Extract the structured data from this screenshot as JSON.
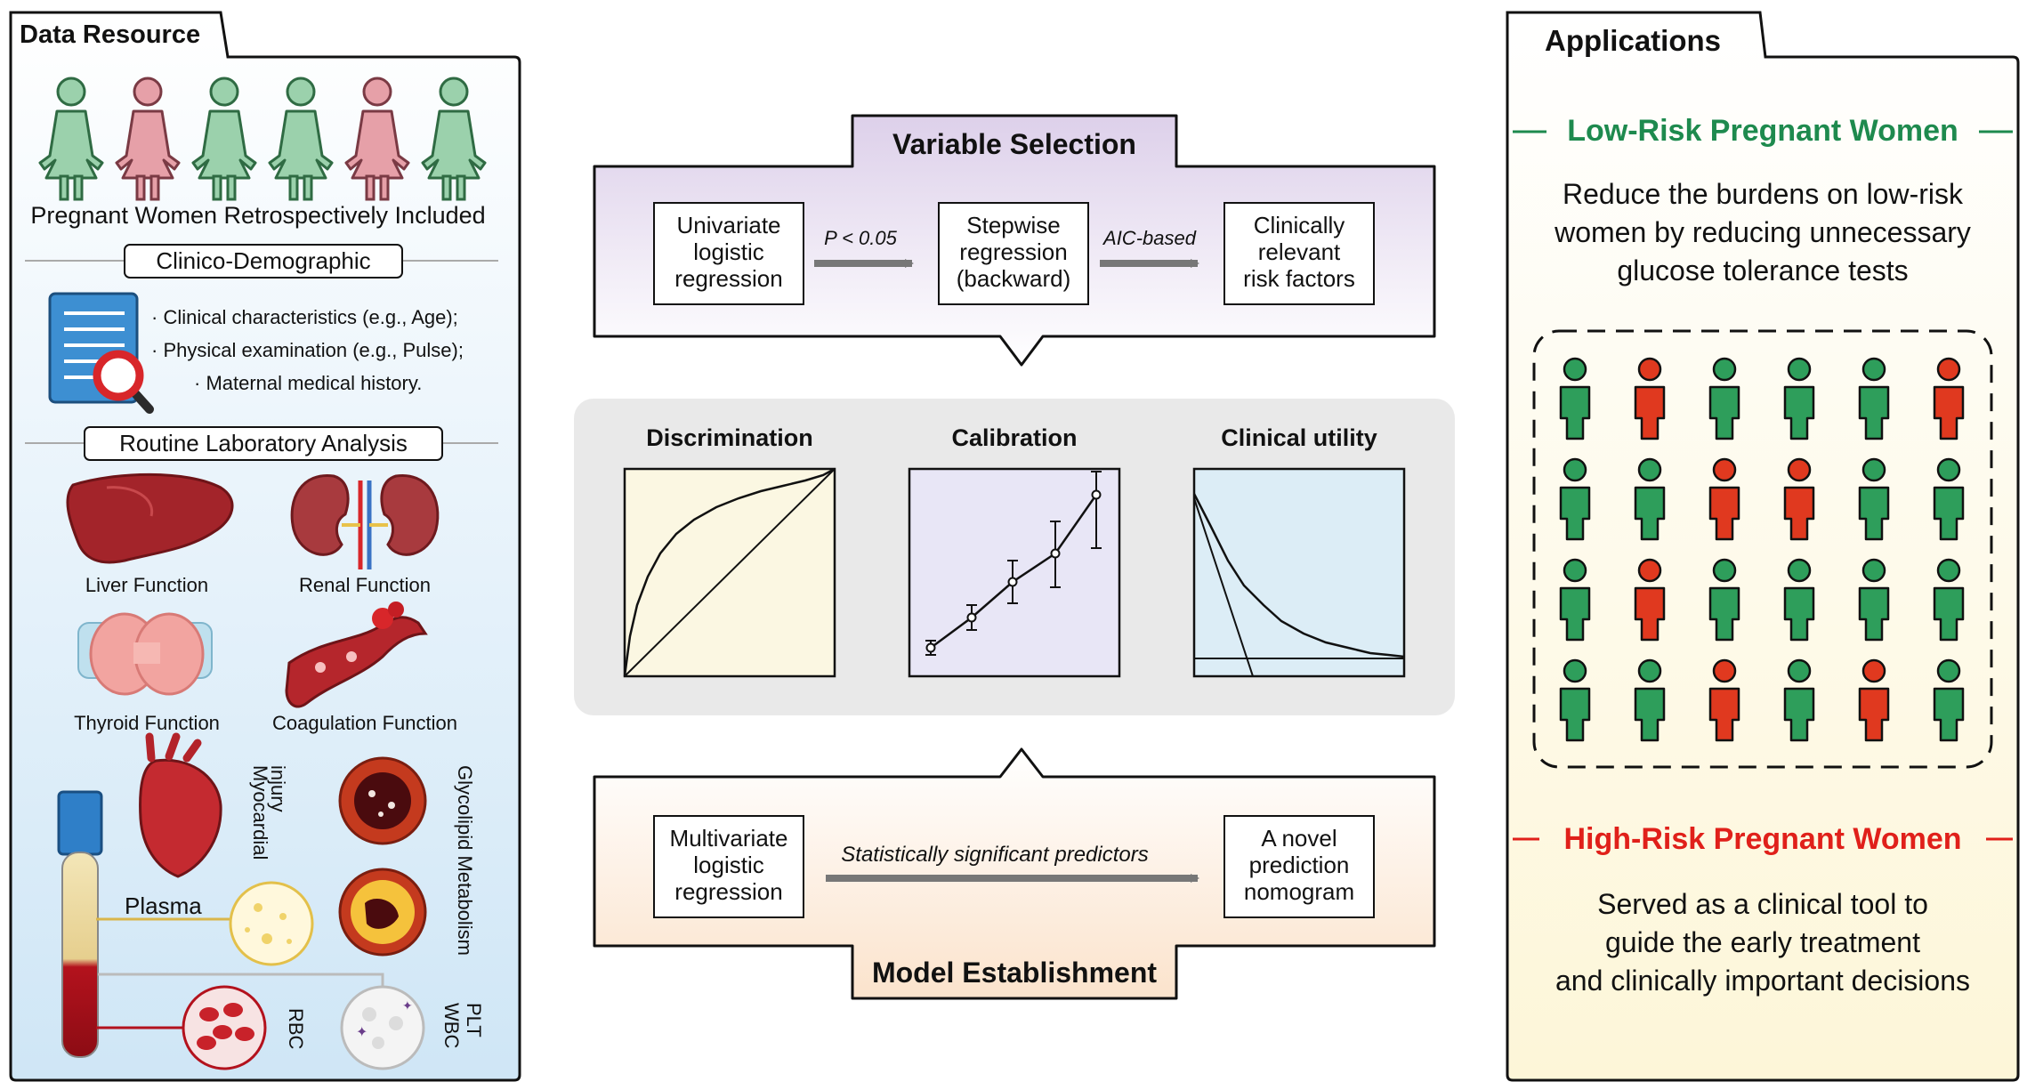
{
  "data_resource": {
    "title": "Data Resource",
    "cohort_caption": "Pregnant Women Retrospectively Included",
    "clinico_demographic": {
      "header": "Clinico-Demographic",
      "bullets": [
        "· Clinical characteristics (e.g., Age);",
        "· Physical examination (e.g., Pulse);",
        "· Maternal medical history."
      ]
    },
    "routine_lab": {
      "header": "Routine Laboratory Analysis",
      "organs": {
        "liver": "Liver Function",
        "renal": "Renal Function",
        "thyroid": "Thyroid Function",
        "coagulation": "Coagulation Function"
      },
      "myocardial_line1": "Myocardial",
      "myocardial_line2": "injury",
      "glycolipid": "Glycolipid Metabolism",
      "plasma": "Plasma",
      "rbc": "RBC",
      "plt": "PLT",
      "wbc": "WBC"
    },
    "figure_colors": [
      "green",
      "pink",
      "green",
      "green",
      "pink",
      "green"
    ]
  },
  "variable_selection": {
    "title": "Variable Selection",
    "box1": [
      "Univariate",
      "logistic",
      "regression"
    ],
    "arrow1": "P < 0.05",
    "box2": [
      "Stepwise",
      "regression",
      "(backward)"
    ],
    "arrow2": "AIC-based",
    "box3": [
      "Clinically",
      "relevant",
      "risk factors"
    ]
  },
  "evaluation": {
    "discrimination": "Discrimination",
    "calibration": "Calibration",
    "clinical_utility": "Clinical utility"
  },
  "model_establishment": {
    "title": "Model Establishment",
    "box1": [
      "Multivariate",
      "logistic",
      "regression"
    ],
    "arrow": "Statistically significant predictors",
    "box2": [
      "A novel",
      "prediction",
      "nomogram"
    ]
  },
  "applications": {
    "title": "Applications",
    "low_risk_title": "Low-Risk Pregnant Women",
    "low_risk_text": [
      "Reduce the burdens on low-risk",
      "women by reducing unnecessary",
      "glucose tolerance tests"
    ],
    "high_risk_title": "High-Risk Pregnant Women",
    "high_risk_text": [
      "Served as a clinical tool to",
      "guide the early treatment",
      "and clinically important decisions"
    ],
    "grid_colors": [
      [
        "green",
        "red",
        "green",
        "green",
        "green",
        "red"
      ],
      [
        "green",
        "green",
        "red",
        "red",
        "green",
        "green"
      ],
      [
        "green",
        "red",
        "green",
        "green",
        "green",
        "green"
      ],
      [
        "green",
        "green",
        "red",
        "green",
        "red",
        "green"
      ]
    ],
    "colors": {
      "low": "#1e8a4e",
      "high": "#e0201a",
      "green_person": "#2e9e5b",
      "red_person": "#e0391f"
    }
  }
}
